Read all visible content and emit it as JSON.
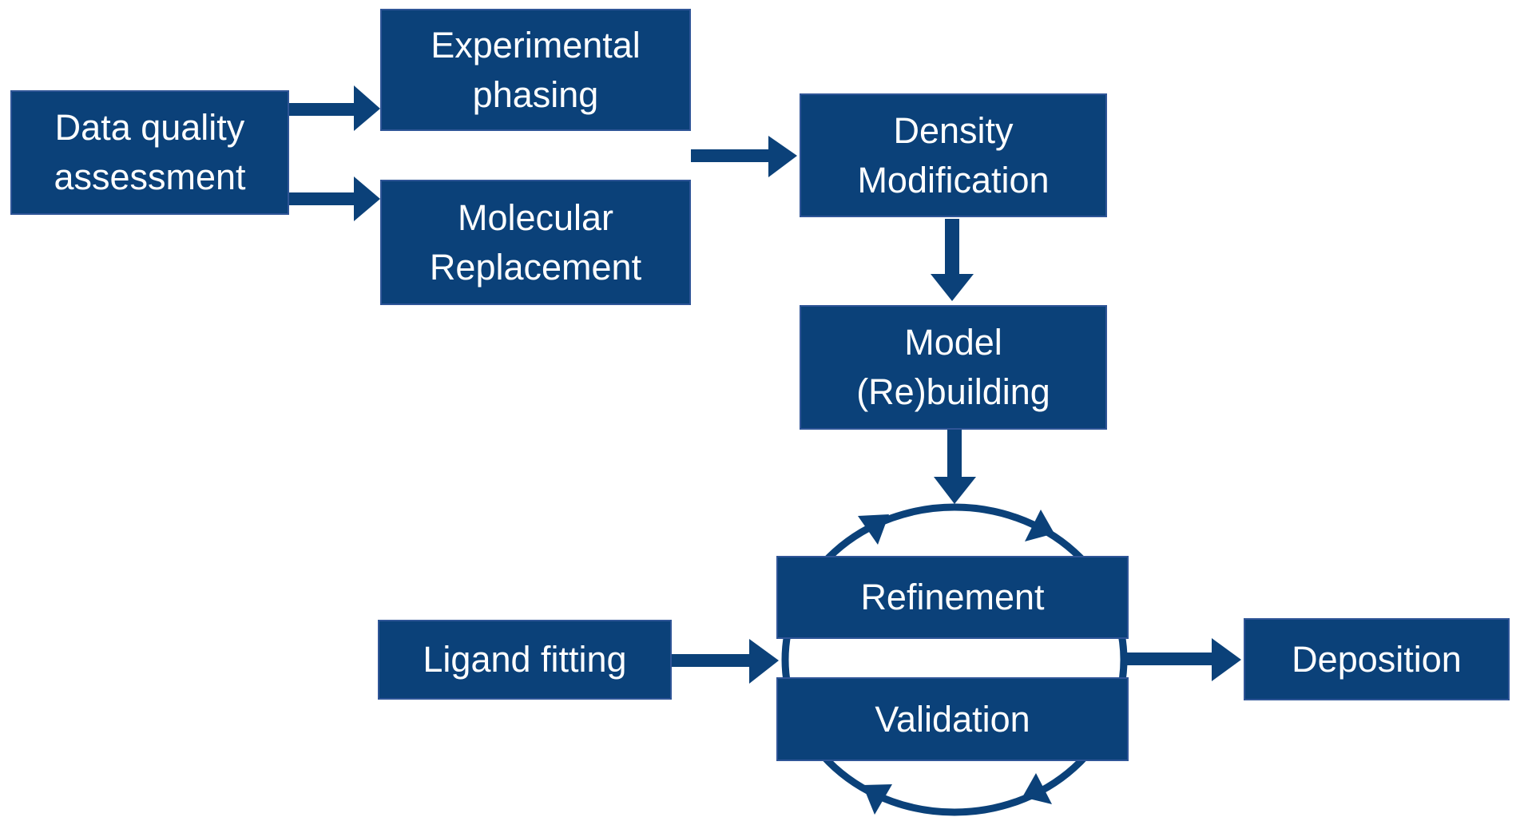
{
  "colors": {
    "box_fill": "#0b4179",
    "box_border": "#2f5597",
    "text": "#ffffff",
    "arrow": "#0b4179"
  },
  "nodes": {
    "data_quality": {
      "line1": "Data quality",
      "line2": "assessment"
    },
    "experimental_phasing": {
      "line1": "Experimental",
      "line2": "phasing"
    },
    "molecular_replacement": {
      "line1": "Molecular",
      "line2": "Replacement"
    },
    "density_modification": {
      "line1": "Density",
      "line2": "Modification"
    },
    "model_rebuilding": {
      "line1": "Model",
      "line2": "(Re)building"
    },
    "refinement": {
      "label": "Refinement"
    },
    "validation": {
      "label": "Validation"
    },
    "ligand_fitting": {
      "label": "Ligand fitting"
    },
    "deposition": {
      "label": "Deposition"
    }
  },
  "edges": [
    {
      "from": "data_quality",
      "to": "experimental_phasing"
    },
    {
      "from": "data_quality",
      "to": "molecular_replacement"
    },
    {
      "from": "experimental_phasing/molecular_replacement",
      "to": "density_modification"
    },
    {
      "from": "density_modification",
      "to": "model_rebuilding"
    },
    {
      "from": "model_rebuilding",
      "to": "refinement-validation cycle"
    },
    {
      "from": "ligand_fitting",
      "to": "refinement-validation cycle"
    },
    {
      "from": "refinement-validation cycle",
      "to": "deposition"
    }
  ]
}
